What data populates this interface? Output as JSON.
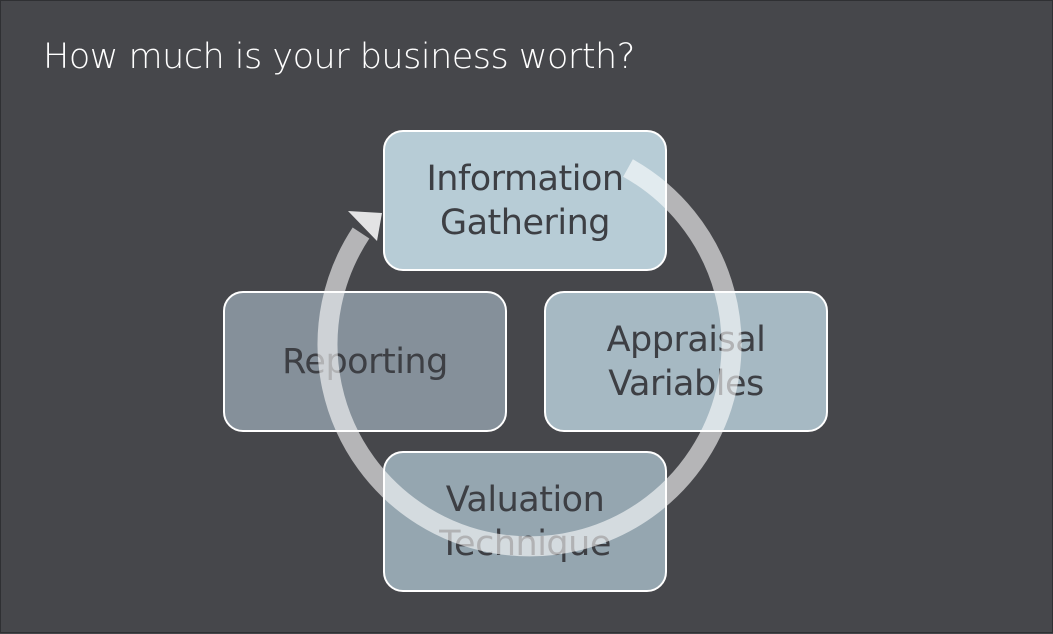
{
  "title": "How much is your business worth?",
  "steps": [
    {
      "line1": "Information",
      "line2": "Gathering"
    },
    {
      "line1": "Appraisal",
      "line2": "Variables"
    },
    {
      "line1": "Valuation",
      "line2": "Technique"
    },
    {
      "line1": "Reporting",
      "line2": ""
    }
  ],
  "colors": {
    "background": "#46474b",
    "title_text": "#ffffff",
    "box_text": "#3d3f44",
    "box_border": "#ffffff",
    "step_information": "#b7ccd6",
    "step_appraisal": "#a6b9c3",
    "step_valuation": "#95a6b0",
    "step_reporting": "#85909a",
    "cycle_arrow": "#ffffff"
  },
  "icons": {
    "cycle": "clockwise-cycle-arrow-icon"
  }
}
